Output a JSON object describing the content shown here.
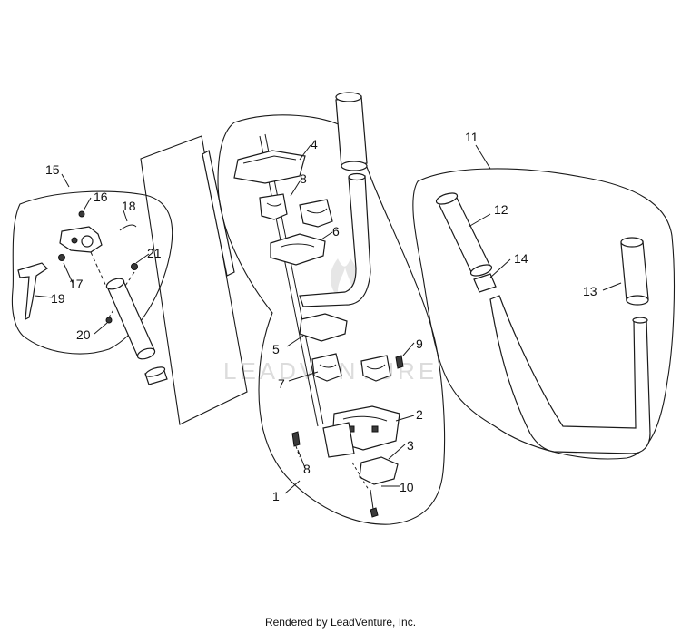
{
  "footer": {
    "credit": "Rendered by LeadVenture, Inc."
  },
  "watermark": {
    "text": "LEADVENTURE"
  },
  "callouts": [
    "1",
    "2",
    "3",
    "4",
    "5",
    "6",
    "7",
    "8",
    "8",
    "9",
    "10",
    "11",
    "12",
    "13",
    "14",
    "15",
    "16",
    "17",
    "18",
    "19",
    "20",
    "21"
  ]
}
